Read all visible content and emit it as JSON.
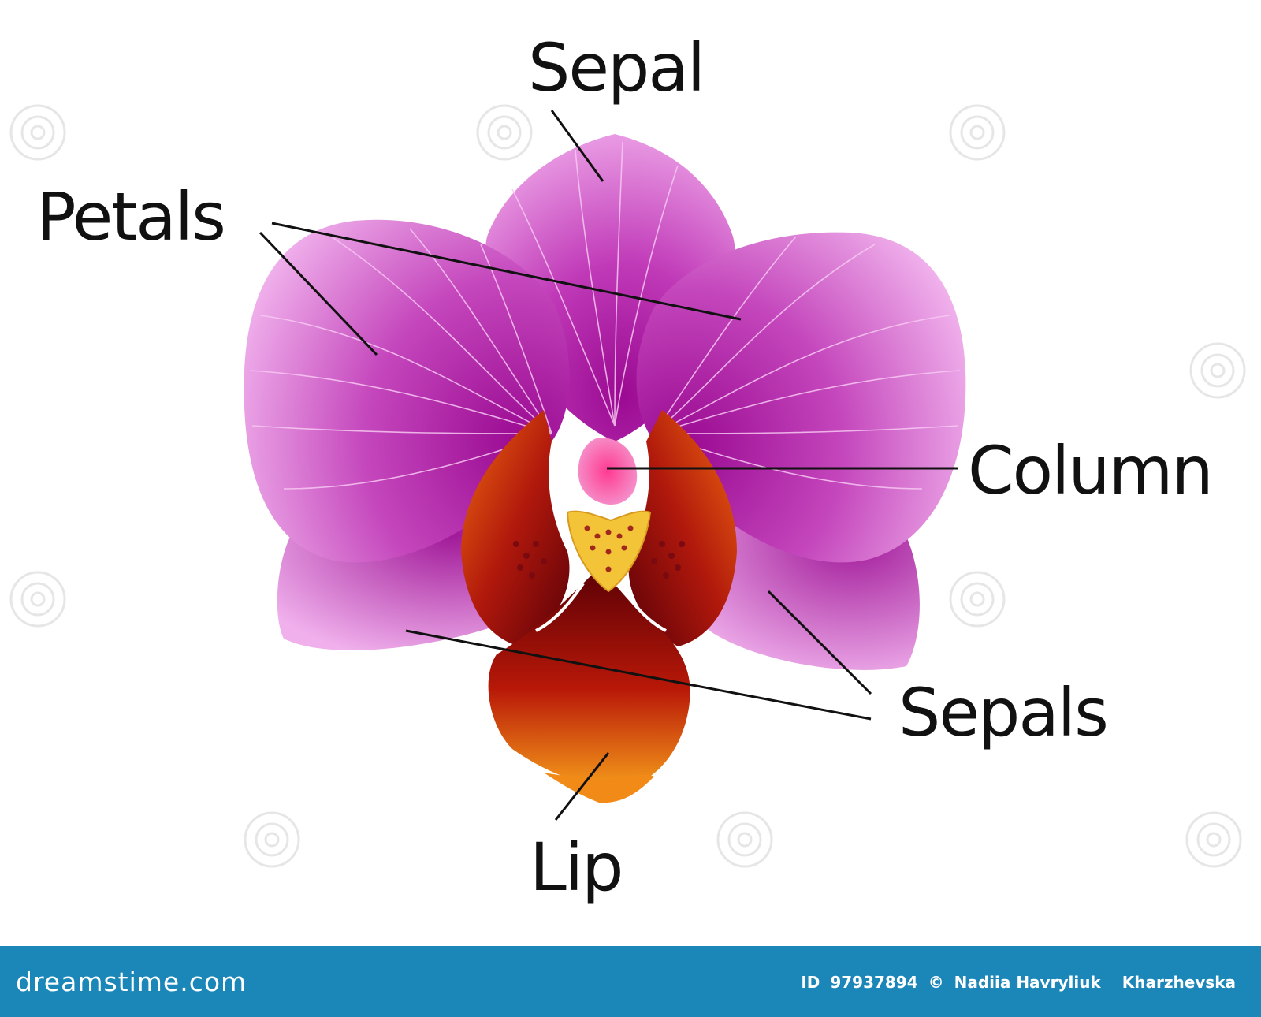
{
  "labels": {
    "sepal": "Sepal",
    "petals": "Petals",
    "column": "Column",
    "sepals": "Sepals",
    "lip": "Lip"
  },
  "footer": {
    "brand": "dreamstime.com",
    "id_label": "ID",
    "id_value": "97937894",
    "copyright": "©",
    "author_1": "Nadiia Havryliuk",
    "author_2": "Kharzhevska"
  },
  "colors": {
    "petal_pink": "#e07ad8",
    "petal_magenta": "#a0149a",
    "lip_red": "#b01008",
    "lip_orange": "#f07010",
    "column_pink": "#f0509a",
    "anther_yellow": "#f6c93a",
    "footer_blue": "#1b86b8"
  },
  "icons": [
    "watermark-spiral-icon"
  ]
}
